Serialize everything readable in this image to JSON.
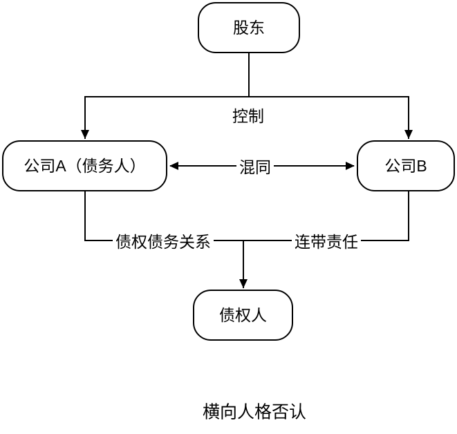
{
  "diagram": {
    "caption": "横向人格否认",
    "colors": {
      "stroke": "#000000",
      "background": "#ffffff"
    },
    "nodes": {
      "shareholder": {
        "label": "股东"
      },
      "company_a": {
        "label": "公司A（债务人）"
      },
      "company_b": {
        "label": "公司B"
      },
      "creditor": {
        "label": "债权人"
      }
    },
    "edges": {
      "control": {
        "label": "控制"
      },
      "commingle": {
        "label": "混同"
      },
      "debt_relation": {
        "label": "债权债务关系"
      },
      "joint_liability": {
        "label": "连带责任"
      }
    }
  }
}
